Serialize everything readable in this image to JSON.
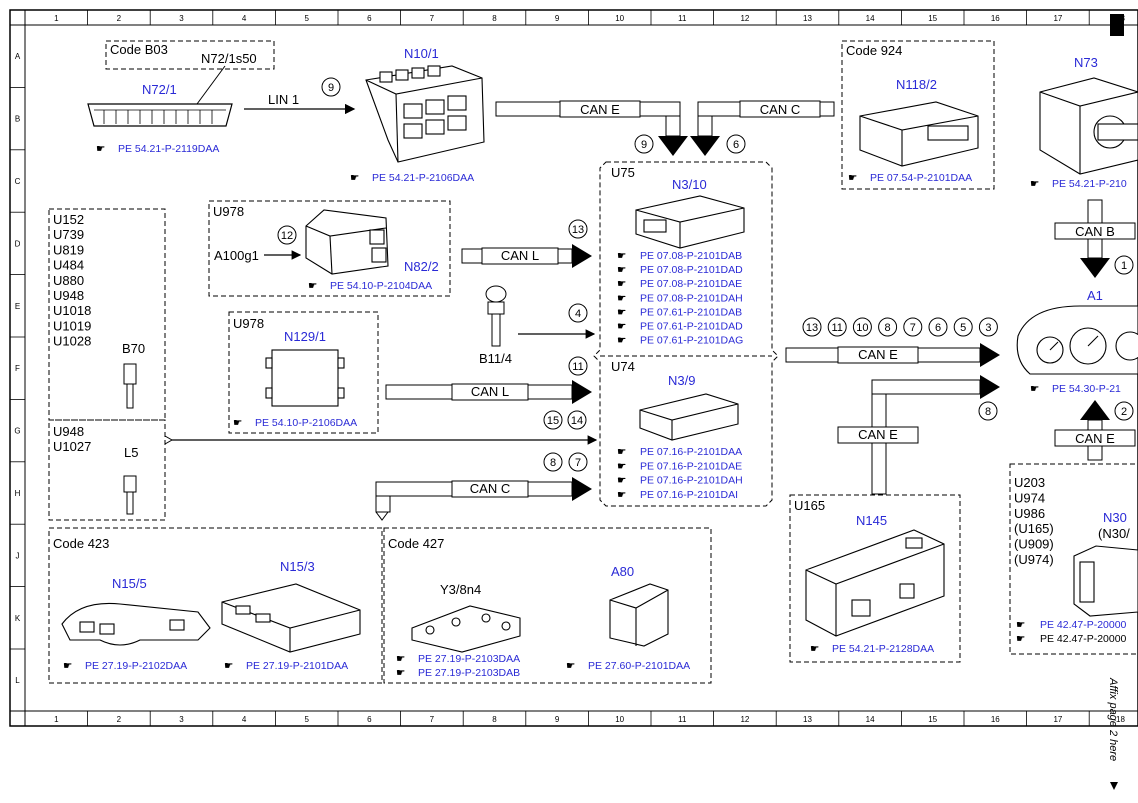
{
  "grid": {
    "cols": [
      "1",
      "2",
      "3",
      "4",
      "5",
      "6",
      "7",
      "8",
      "9",
      "10",
      "11",
      "12",
      "13",
      "14",
      "15",
      "16",
      "17",
      "18"
    ],
    "rows": [
      "A",
      "B",
      "C",
      "D",
      "E",
      "F",
      "G",
      "H",
      "J",
      "K",
      "L"
    ]
  },
  "codes": {
    "b03": "Code B03",
    "c924": "Code 924",
    "c423": "Code 423",
    "c427": "Code 427"
  },
  "variants": {
    "u978a": "U978",
    "u978b": "U978",
    "u75": "U75",
    "u74": "U74",
    "u165": "U165",
    "left_list": [
      "U152",
      "U739",
      "U819",
      "U484",
      "U880",
      "U948",
      "U1018",
      "U1019",
      "U1028"
    ],
    "left2": [
      "U948",
      "U1027"
    ],
    "right_list": [
      "U203",
      "U974",
      "U986",
      "(U165)",
      "(U909)",
      "(U974)"
    ]
  },
  "components": {
    "n72_1": "N72/1",
    "n72_1s50": "N72/1s50",
    "n10_1": "N10/1",
    "n118_2": "N118/2",
    "n73": "N73",
    "n3_10": "N3/10",
    "n82_2": "N82/2",
    "a100g1": "A100g1",
    "b11_4": "B11/4",
    "n129_1": "N129/1",
    "b70": "B70",
    "l5": "L5",
    "n3_9": "N3/9",
    "a1": "A1",
    "n145": "N145",
    "n30": "N30",
    "n30p": "(N30/",
    "n15_5": "N15/5",
    "n15_3": "N15/3",
    "y3_8n4": "Y3/8n4",
    "a80": "A80"
  },
  "buses": {
    "lin1": "LIN 1",
    "can_e1": "CAN E",
    "can_c1": "CAN C",
    "can_b": "CAN B",
    "can_l1": "CAN L",
    "can_e2": "CAN E",
    "can_l2": "CAN L",
    "can_e3": "CAN E",
    "can_c2": "CAN C",
    "can_e4": "CAN E"
  },
  "refs": {
    "n72_1": "PE 54.21-P-2119DAA",
    "n10_1": "PE 54.21-P-2106DAA",
    "n118_2": "PE 07.54-P-2101DAA",
    "n73": "PE 54.21-P-210",
    "n82_2": "PE 54.10-P-2104DAA",
    "n129_1": "PE 54.10-P-2106DAA",
    "n3_10": [
      "PE 07.08-P-2101DAB",
      "PE 07.08-P-2101DAD",
      "PE 07.08-P-2101DAE",
      "PE 07.08-P-2101DAH",
      "PE 07.61-P-2101DAB",
      "PE 07.61-P-2101DAD",
      "PE 07.61-P-2101DAG"
    ],
    "n3_9": [
      "PE 07.16-P-2101DAA",
      "PE 07.16-P-2101DAE",
      "PE 07.16-P-2101DAH",
      "PE 07.16-P-2101DAI"
    ],
    "a1": "PE 54.30-P-21",
    "n145": "PE 54.21-P-2128DAA",
    "n30a": "PE 42.47-P-20000",
    "n30b": "PE 42.47-P-20000",
    "n15_5": "PE 27.19-P-2102DAA",
    "n15_3": "PE 27.19-P-2101DAA",
    "y3_8n4": [
      "PE 27.19-P-2103DAA",
      "PE 27.19-P-2103DAB"
    ],
    "a80": "PE 27.60-P-2101DAA"
  },
  "circles": {
    "c9a": "9",
    "c9b": "9",
    "c6": "6",
    "c12": "12",
    "c13": "13",
    "c4": "4",
    "c11": "11",
    "c15": "15",
    "c14": "14",
    "c8a": "8",
    "c7a": "7",
    "c1": "1",
    "c2": "2",
    "c8b": "8",
    "a1_list": [
      "13",
      "11",
      "10",
      "8",
      "7",
      "6",
      "5",
      "3"
    ]
  },
  "affix": "Affix page 2 here"
}
